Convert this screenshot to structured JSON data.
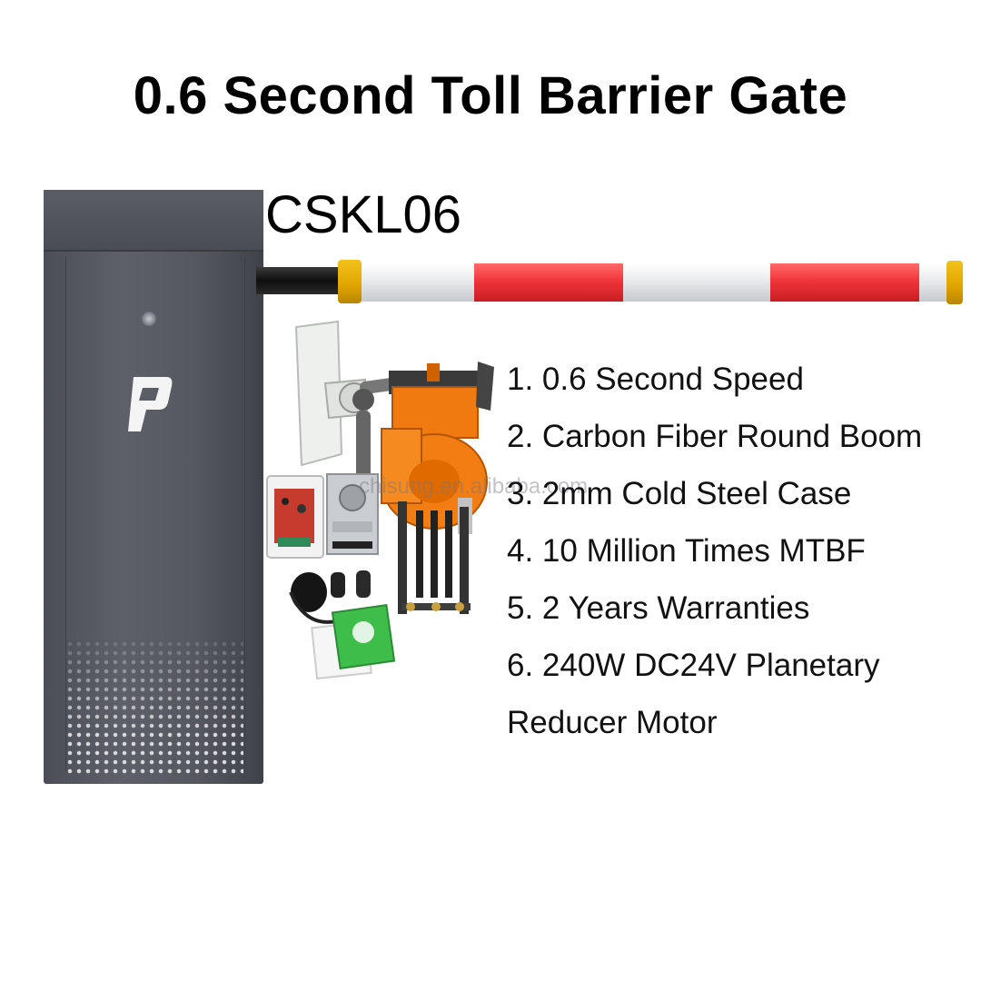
{
  "header": {
    "title": "0.6 Second Toll Barrier Gate"
  },
  "product": {
    "model": "CSKL06"
  },
  "features": [
    "1. 0.6 Second Speed",
    "2. Carbon Fiber Round Boom",
    "3. 2mm Cold Steel Case",
    "4. 10 Million Times MTBF",
    "5. 2 Years Warranties",
    "6. 240W DC24V Planetary",
    "Reducer Motor"
  ],
  "watermark": "chisung.en.alibaba.com",
  "colors": {
    "cabinet": "#565962",
    "boom_red": "#f0353b",
    "boom_cap": "#e0a400",
    "motor_orange": "#f07a10"
  }
}
